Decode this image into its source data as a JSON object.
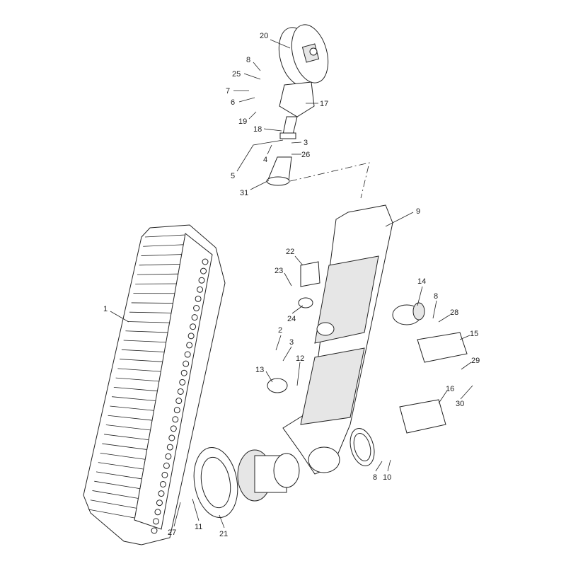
{
  "diagram": {
    "labels": [
      "20",
      "8",
      "25",
      "7",
      "6",
      "17",
      "19",
      "18",
      "3",
      "4",
      "26",
      "5",
      "31",
      "9",
      "22",
      "23",
      "14",
      "8",
      "28",
      "24",
      "15",
      "2",
      "3",
      "12",
      "29",
      "13",
      "16",
      "30",
      "8",
      "10",
      "1",
      "27",
      "11",
      "21"
    ]
  }
}
